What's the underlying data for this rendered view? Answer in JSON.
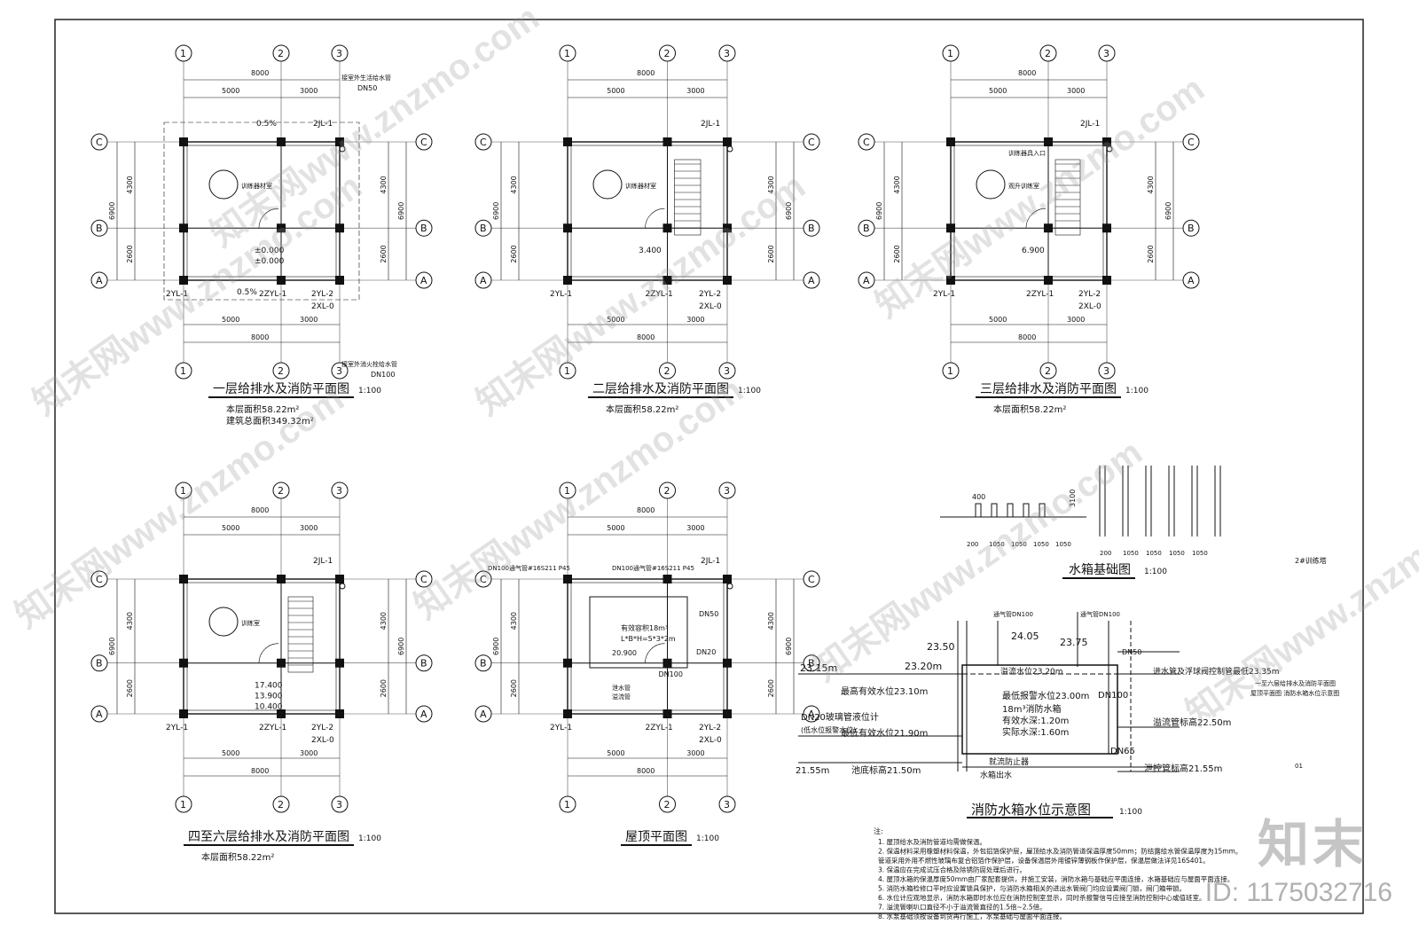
{
  "plans": [
    {
      "title": "一层给排水及消防平面图",
      "scale": "1:100",
      "area": "本层面积58.22m²",
      "total_area": "建筑总面积349.32m²",
      "room": "训练器材室",
      "elev1": "±0.000",
      "elev2": "±0.000",
      "risers_left": "2YL-1",
      "riser_mid": "2ZYL-1",
      "riser_right": "2YL-2",
      "riser_top": "2JL-1",
      "riser_bot": "2XL-0",
      "note_top": "接室外生活给水管",
      "note_top_dn": "DN50",
      "note_bot": "接室外消火栓给水管",
      "note_bot_dn": "DN100",
      "slope": "0.5%"
    },
    {
      "title": "二层给排水及消防平面图",
      "scale": "1:100",
      "area": "本层面积58.22m²",
      "room": "训练器材室",
      "elev1": "3.400",
      "risers_left": "2YL-1",
      "riser_mid": "2ZYL-1",
      "riser_right": "2YL-2",
      "riser_top": "2JL-1",
      "riser_bot": "2XL-0"
    },
    {
      "title": "三层给排水及消防平面图",
      "scale": "1:100",
      "area": "本层面积58.22m²",
      "room": "观升训练室",
      "room2": "训练器具入口",
      "elev1": "6.900",
      "risers_left": "2YL-1",
      "riser_mid": "2ZYL-1",
      "riser_right": "2YL-2",
      "riser_top": "2JL-1",
      "riser_bot": "2XL-0"
    },
    {
      "title": "四至六层给排水及消防平面图",
      "scale": "1:100",
      "area": "本层面积58.22m²",
      "room": "训练室",
      "elev1": "17.400",
      "elev2": "13.900",
      "elev3": "10.400",
      "risers_left": "2YL-1",
      "riser_mid": "2ZYL-1",
      "riser_right": "2YL-2",
      "riser_top": "2JL-1",
      "riser_bot": "2XL-0"
    },
    {
      "title": "屋顶平面图",
      "scale": "1:100",
      "risers_left": "2YL-1",
      "riser_mid": "2ZYL-1",
      "riser_right": "2YL-2",
      "riser_top": "2JL-1",
      "riser_bot": "2XL-0",
      "tank": "有效容积18m³",
      "tank_dim": "L*B*H=5*3*2m",
      "vent1": "DN100通气管#16S211 P45",
      "vent2": "DN100通气管#16S211 P45",
      "dn50": "DN50",
      "dn20": "DN20",
      "dn100": "DN100",
      "elev": "20.900",
      "overflow": "溢流管",
      "drain": "泄水管"
    }
  ],
  "grid": {
    "axes_x": [
      "1",
      "2",
      "3"
    ],
    "axes_y": [
      "A",
      "B",
      "C"
    ],
    "total_w": "8000",
    "span1": "5000",
    "span2": "3000",
    "total_h": "6900",
    "spanc": "4300",
    "spana": "2600"
  },
  "foundation": {
    "title": "水箱基础图",
    "scale": "1:100",
    "dims": [
      "200",
      "1050",
      "1050",
      "1050",
      "1050"
    ],
    "h": "3100",
    "d400": "400",
    "tower": "2#训练塔"
  },
  "tank_section": {
    "title": "消防水箱水位示意图",
    "scale": "1:100",
    "levels": {
      "l2350": "23.50",
      "l2320": "23.20m",
      "l2405": "24.05",
      "l2375": "23.75",
      "l2315": "23.15m",
      "l2310": "最高有效水位23.10m",
      "l2300": "最低报警水位23.00m",
      "l2190": "最低有效水位21.90m",
      "l2155a": "21.55m",
      "l2150": "池底标高21.50m",
      "l2335": "进水管及浮球阀控制管最低23.35m",
      "l2250": "溢流管标高22.50m",
      "l2155b": "泄控管标高21.55m",
      "overflow_lv": "溢流水位23.20m"
    },
    "tank_label1": "18m³消防水箱",
    "tank_label2": "有效水深:1.20m",
    "tank_label3": "实际水深:1.60m",
    "vent": "通气管DN100",
    "vent2": "通气管DN100",
    "dn100": "DN100",
    "dn50": "DN50",
    "dn65": "DN65",
    "dn20": "DN20玻璃管液位计",
    "dn20b": "(低水位报警水位)",
    "anti": "就流防止器",
    "water_out": "水箱出水",
    "side_note1": "一至六层给排水及消防平面图",
    "side_note2": "屋顶平面图 消防水箱水位示意图",
    "side_no": "01"
  },
  "notes": {
    "head": "注:",
    "lines": [
      "1. 屋顶给水及消防管道均需做保温。",
      "2. 保温材料采用橡塑材料保温，外包铝箔保护层，屋顶给水及消防管道保温厚度50mm；防结露给水管保温厚度为15mm。",
      "   管道采用外用不燃性玻璃布复合铝箔作保护层，设备保温层外用镀锌薄钢板作保护层，保温层做法详见16S401。",
      "3. 保温应在完成试压合格及除锈防腐处理后进行。",
      "4. 屋顶水箱的保温厚度50mm由厂家配套提供，并施工安装，消防水箱与基础应平面连接，水箱基础应与屋面平面连接。",
      "5. 消防水箱检修口平时应设置锁具保护，与消防水箱相关的进出水管阀门均应设置阀门锁，阀门箱带锁。",
      "6. 水位计应观地显示，消防水箱即时水位应在消防控制室显示，同时杀报警信号应接至消防控制中心或值班室。",
      "7. 溢流管喇叭口直径不小于溢流管直径的1.5倍~2.5倍。",
      "8. 水泵基础须按设备到货再行施工，水泵基础与屋面平面连接。"
    ]
  },
  "watermarks": [
    "知末网www.znzmo.com",
    "知末网www.znzmo.com",
    "知末网www.znzmo.com",
    "知末网www.znzmo.com",
    "知末网www.znzmo.com",
    "知末网www.znzmo.com",
    "知末网www.znzmo.com",
    "知末网www.znzmo.com"
  ],
  "brand": "知末",
  "id_text": "ID: 1175032716"
}
